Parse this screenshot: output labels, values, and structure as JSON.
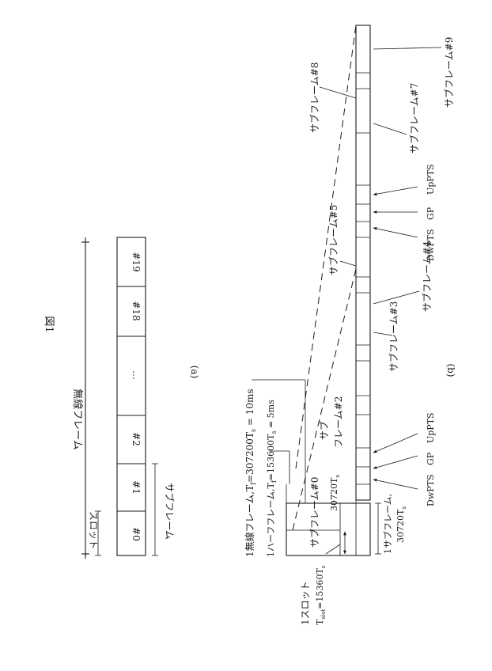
{
  "figure_title": "図1",
  "part_a": {
    "caption": "(a)",
    "radio_frame_label": "無線フレーム",
    "slot_label": "スロット",
    "subframe_label": "サブフレーム",
    "slots": [
      "#0",
      "#1",
      "#2",
      "…",
      "#18",
      "#19"
    ]
  },
  "part_b": {
    "caption": "(b)",
    "radio_frame_label": "1無線フレーム,T",
    "radio_frame_sub": "f",
    "radio_frame_value": "=307200T",
    "radio_frame_sub2": "s",
    "radio_frame_tail": " = 10ms",
    "half_frame_label": "1ハーフフレーム,T",
    "half_frame_sub": "f",
    "half_frame_value": "=153600T",
    "half_frame_sub2": "s",
    "half_frame_tail": " = 5ms",
    "slot_label": "1スロット",
    "slot_formula": "T",
    "slot_formula_sub": "slot",
    "slot_formula_value": "=15360T",
    "slot_formula_sub2": "s",
    "subframe_label": "1サブフレーム,",
    "subframe_value": "30720T",
    "subframe_sub": "s",
    "subframe0_label": "サブフレーム#0",
    "subframe0_value": "30720T",
    "subframe0_sub": "s",
    "subframe2_line1": "サブ",
    "subframe2_line2": "フレーム#2",
    "subframe3": "サブフレーム#3",
    "subframe4": "サブフレーム#4",
    "subframe5": "サブフレーム#5",
    "subframe7": "サブフレーム#7",
    "subframe8": "サブフレーム#8",
    "subframe9": "サブフレーム#9",
    "dwpts": "DwPTS",
    "gp": "GP",
    "uppts": "UpPTS",
    "dwpts_2": "DwPTS",
    "gp_2": "GP",
    "uppts_2": "UpPTS"
  }
}
